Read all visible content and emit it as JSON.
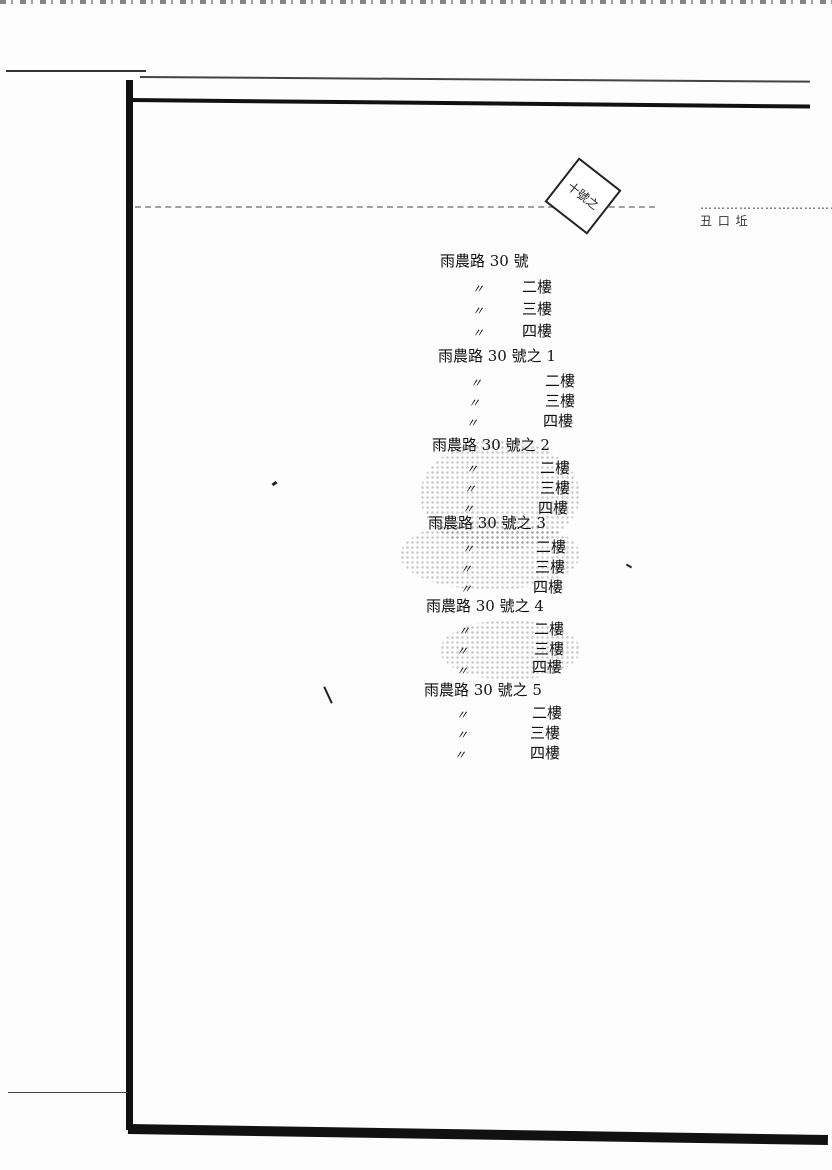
{
  "document": {
    "header_right": "…………………………… 丑 口 坵",
    "stamp_text": "十號之"
  },
  "addresses": [
    {
      "name": "雨農路 30 號",
      "ditto": [
        "〃",
        "〃",
        "〃"
      ],
      "floors": [
        "二樓",
        "三樓",
        "四樓"
      ]
    },
    {
      "name": "雨農路 30 號之 1",
      "ditto": [
        "〃",
        "〃",
        "〃"
      ],
      "floors": [
        "二樓",
        "三樓",
        "四樓"
      ]
    },
    {
      "name": "雨農路 30 號之 2",
      "ditto": [
        "〃",
        "〃",
        "〃"
      ],
      "floors": [
        "二樓",
        "三樓",
        "四樓"
      ]
    },
    {
      "name": "雨農路 30 號之 3",
      "ditto": [
        "〃",
        "〃",
        "〃"
      ],
      "floors": [
        "二樓",
        "三樓",
        "四樓"
      ]
    },
    {
      "name": "雨農路 30 號之 4",
      "ditto": [
        "〃",
        "〃",
        "〃"
      ],
      "floors": [
        "二樓",
        "三樓",
        "四樓"
      ]
    },
    {
      "name": "雨農路 30 號之 5",
      "ditto": [
        "〃",
        "〃",
        "〃"
      ],
      "floors": [
        "二樓",
        "三樓",
        "四樓"
      ]
    }
  ]
}
